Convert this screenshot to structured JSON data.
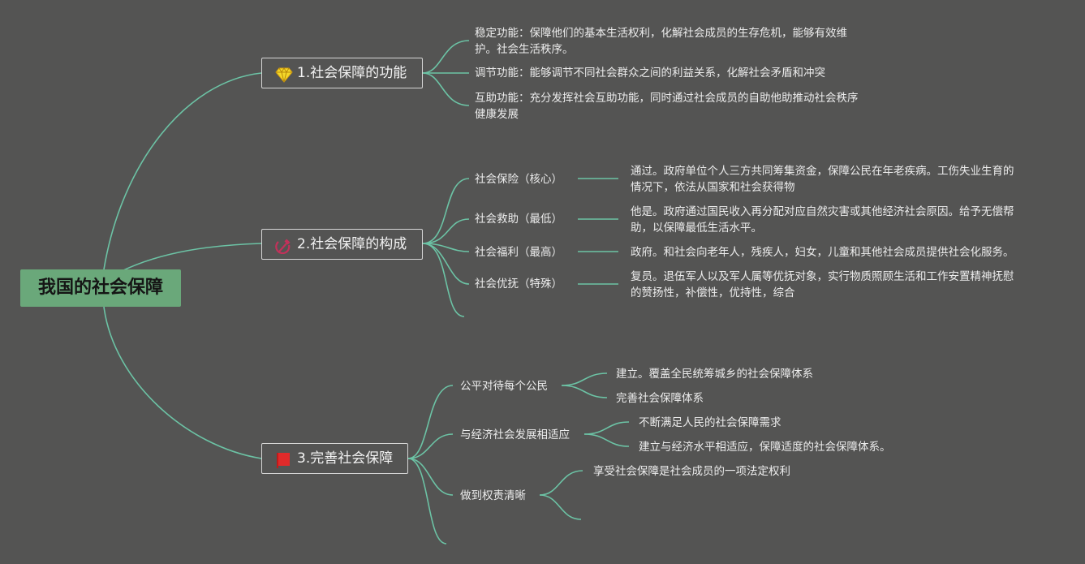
{
  "root": {
    "label": "我国的社会保障"
  },
  "branches": [
    {
      "label": "1.社会保障的功能",
      "icon": "diamond-icon",
      "children": [
        {
          "label": "稳定功能：保障他们的基本生活权利，化解社会成员的生存危机，能够有效维",
          "label2": "护。社会生活秩序。"
        },
        {
          "label": "调节功能：能够调节不同社会群众之间的利益关系，化解社会矛盾和冲突"
        },
        {
          "label": "互助功能：充分发挥社会互助功能，同时通过社会成员的自助他助推动社会秩序",
          "label2": "健康发展"
        }
      ]
    },
    {
      "label": "2.社会保障的构成",
      "icon": "hammer-sickle-icon",
      "children": [
        {
          "label": "社会保险（核心）",
          "detail": "通过。政府单位个人三方共同筹集资金，保障公民在年老疾病。工伤失业生育的",
          "detail2": "情况下，依法从国家和社会获得物"
        },
        {
          "label": "社会救助（最低）",
          "detail": "他是。政府通过国民收入再分配对应自然灾害或其他经济社会原因。给予无偿帮",
          "detail2": "助，以保障最低生活水平。"
        },
        {
          "label": "社会福利（最高）",
          "detail": "政府。和社会向老年人，残疾人，妇女，儿童和其他社会成员提供社会化服务。"
        },
        {
          "label": "社会优抚（特殊）",
          "detail": "复员。退伍军人以及军人属等优抚对象，实行物质照顾生活和工作安置精神抚慰",
          "detail2": "的赞扬性，补偿性，优持性，综合"
        }
      ]
    },
    {
      "label": "3.完善社会保障",
      "icon": "flag-icon",
      "children": [
        {
          "label": "公平对待每个公民",
          "details": [
            "建立。覆盖全民统筹城乡的社会保障体系",
            "完善社会保障体系"
          ]
        },
        {
          "label": "与经济社会发展相适应",
          "details": [
            "不断满足人民的社会保障需求",
            "建立与经济水平相适应，保障适度的社会保障体系。"
          ]
        },
        {
          "label": "做到权责清晰",
          "details": [
            "享受社会保障是社会成员的一项法定权利"
          ]
        }
      ]
    }
  ],
  "colors": {
    "background": "#545453",
    "link": "#6cc3a5",
    "root_fill": "#6aa87a",
    "topic_border": "#d6d6d6"
  }
}
